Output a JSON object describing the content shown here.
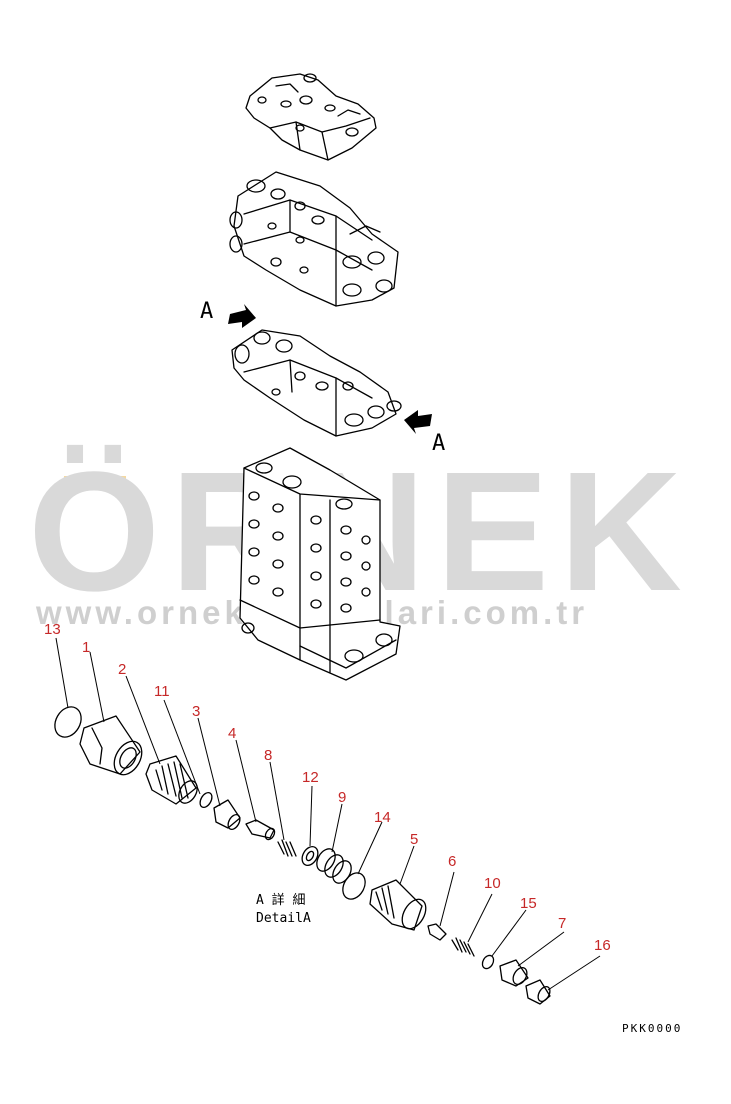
{
  "view_labels": {
    "top_a": "A",
    "bottom_a": "A"
  },
  "watermark": {
    "word": "ÖRNEK",
    "url": "www.ornekmakinalari.com.tr",
    "umlaut_color": "#f5d9a0",
    "text_color": "#d9d9d9"
  },
  "detail": {
    "japanese": "A 詳 細",
    "english": "DetailA"
  },
  "part_numbers": [
    "13",
    "1",
    "2",
    "11",
    "3",
    "4",
    "8",
    "12",
    "9",
    "14",
    "5",
    "6",
    "10",
    "15",
    "7",
    "16"
  ],
  "drawing_code": "PKK0000",
  "colors": {
    "callout": "#c62828",
    "ink": "#000000"
  }
}
